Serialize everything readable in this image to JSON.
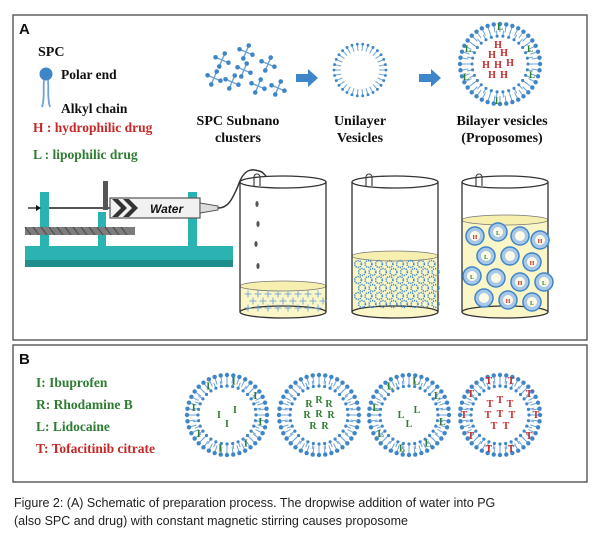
{
  "panel_a": {
    "label": "A",
    "legend": {
      "spc": "SPC",
      "polar_end": "Polar end",
      "alkyl_chain": "Alkyl chain",
      "hydrophilic": "H : hydrophilic drug",
      "lipophilic": "L : lipophilic drug"
    },
    "stages": {
      "clusters_line1": "SPC Subnano",
      "clusters_line2": "clusters",
      "unilayer_line1": "Unilayer",
      "unilayer_line2": "Vesicles",
      "bilayer_line1": "Bilayer vesicles",
      "bilayer_line2": "(Proposomes)"
    },
    "syringe_label": "Water",
    "h_letter": "H",
    "l_letter": "L"
  },
  "panel_b": {
    "label": "B",
    "drugs": [
      {
        "code": "I",
        "text": "I:  Ibuprofen",
        "color": "#2e7d32"
      },
      {
        "code": "R",
        "text": "R: Rhodamine B",
        "color": "#2e7d32"
      },
      {
        "code": "L",
        "text": "L:  Lidocaine",
        "color": "#2e7d32"
      },
      {
        "code": "T",
        "text": "T:  Tofacitinib citrate",
        "color": "#c62828"
      }
    ]
  },
  "colors": {
    "head": "#3f86c8",
    "tail": "#6fa3d6",
    "green": "#2e7d32",
    "red": "#c62828",
    "teal": "#2bb3b1",
    "liquid": "#fbf6c8"
  },
  "caption": {
    "line1": "Figure 2: (A) Schematic of preparation process. The dropwise addition of water into PG",
    "line2": "(also SPC and drug) with constant magnetic stirring causes proposome"
  }
}
